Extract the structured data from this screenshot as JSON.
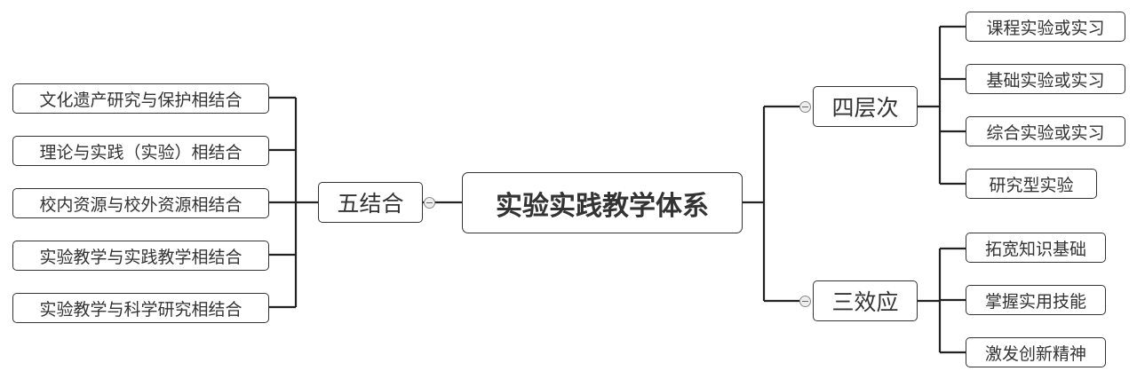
{
  "root": {
    "label": "实验实践教学体系"
  },
  "left_branch": {
    "label": "五结合",
    "children": [
      "文化遗产研究与保护相结合",
      "理论与实践（实验）相结合",
      "校内资源与校外资源相结合",
      "实验教学与实践教学相结合",
      "实验教学与科学研究相结合"
    ]
  },
  "right_branches": [
    {
      "label": "四层次",
      "children": [
        "课程实验或实习",
        "基础实验或实习",
        "综合实验或实习",
        "研究型实验"
      ]
    },
    {
      "label": "三效应",
      "children": [
        "拓宽知识基础",
        "掌握实用技能",
        "激发创新精神"
      ]
    }
  ]
}
